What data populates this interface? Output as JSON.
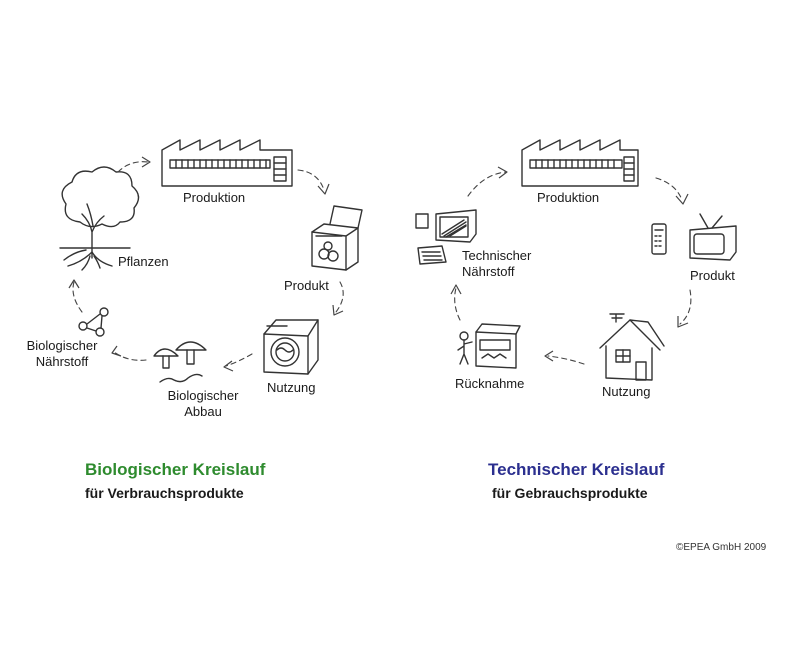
{
  "bio": {
    "labels": {
      "production": "Produktion",
      "product": "Produkt",
      "usage": "Nutzung",
      "decomposition": "Biologischer\nAbbau",
      "nutrient": "Biologischer\nNährstoff",
      "plants": "Pflanzen"
    },
    "title": "Biologischer Kreislauf",
    "subtitle": "für Verbrauchsprodukte",
    "title_color": "#2e8b2e"
  },
  "tech": {
    "labels": {
      "production": "Produktion",
      "product": "Produkt",
      "usage": "Nutzung",
      "takeback": "Rücknahme",
      "nutrient": "Technischer\nNährstoff"
    },
    "title": "Technischer Kreislauf",
    "subtitle": "für Gebrauchsprodukte",
    "title_color": "#2b2f8f"
  },
  "copyright": "©EPEA GmbH 2009"
}
